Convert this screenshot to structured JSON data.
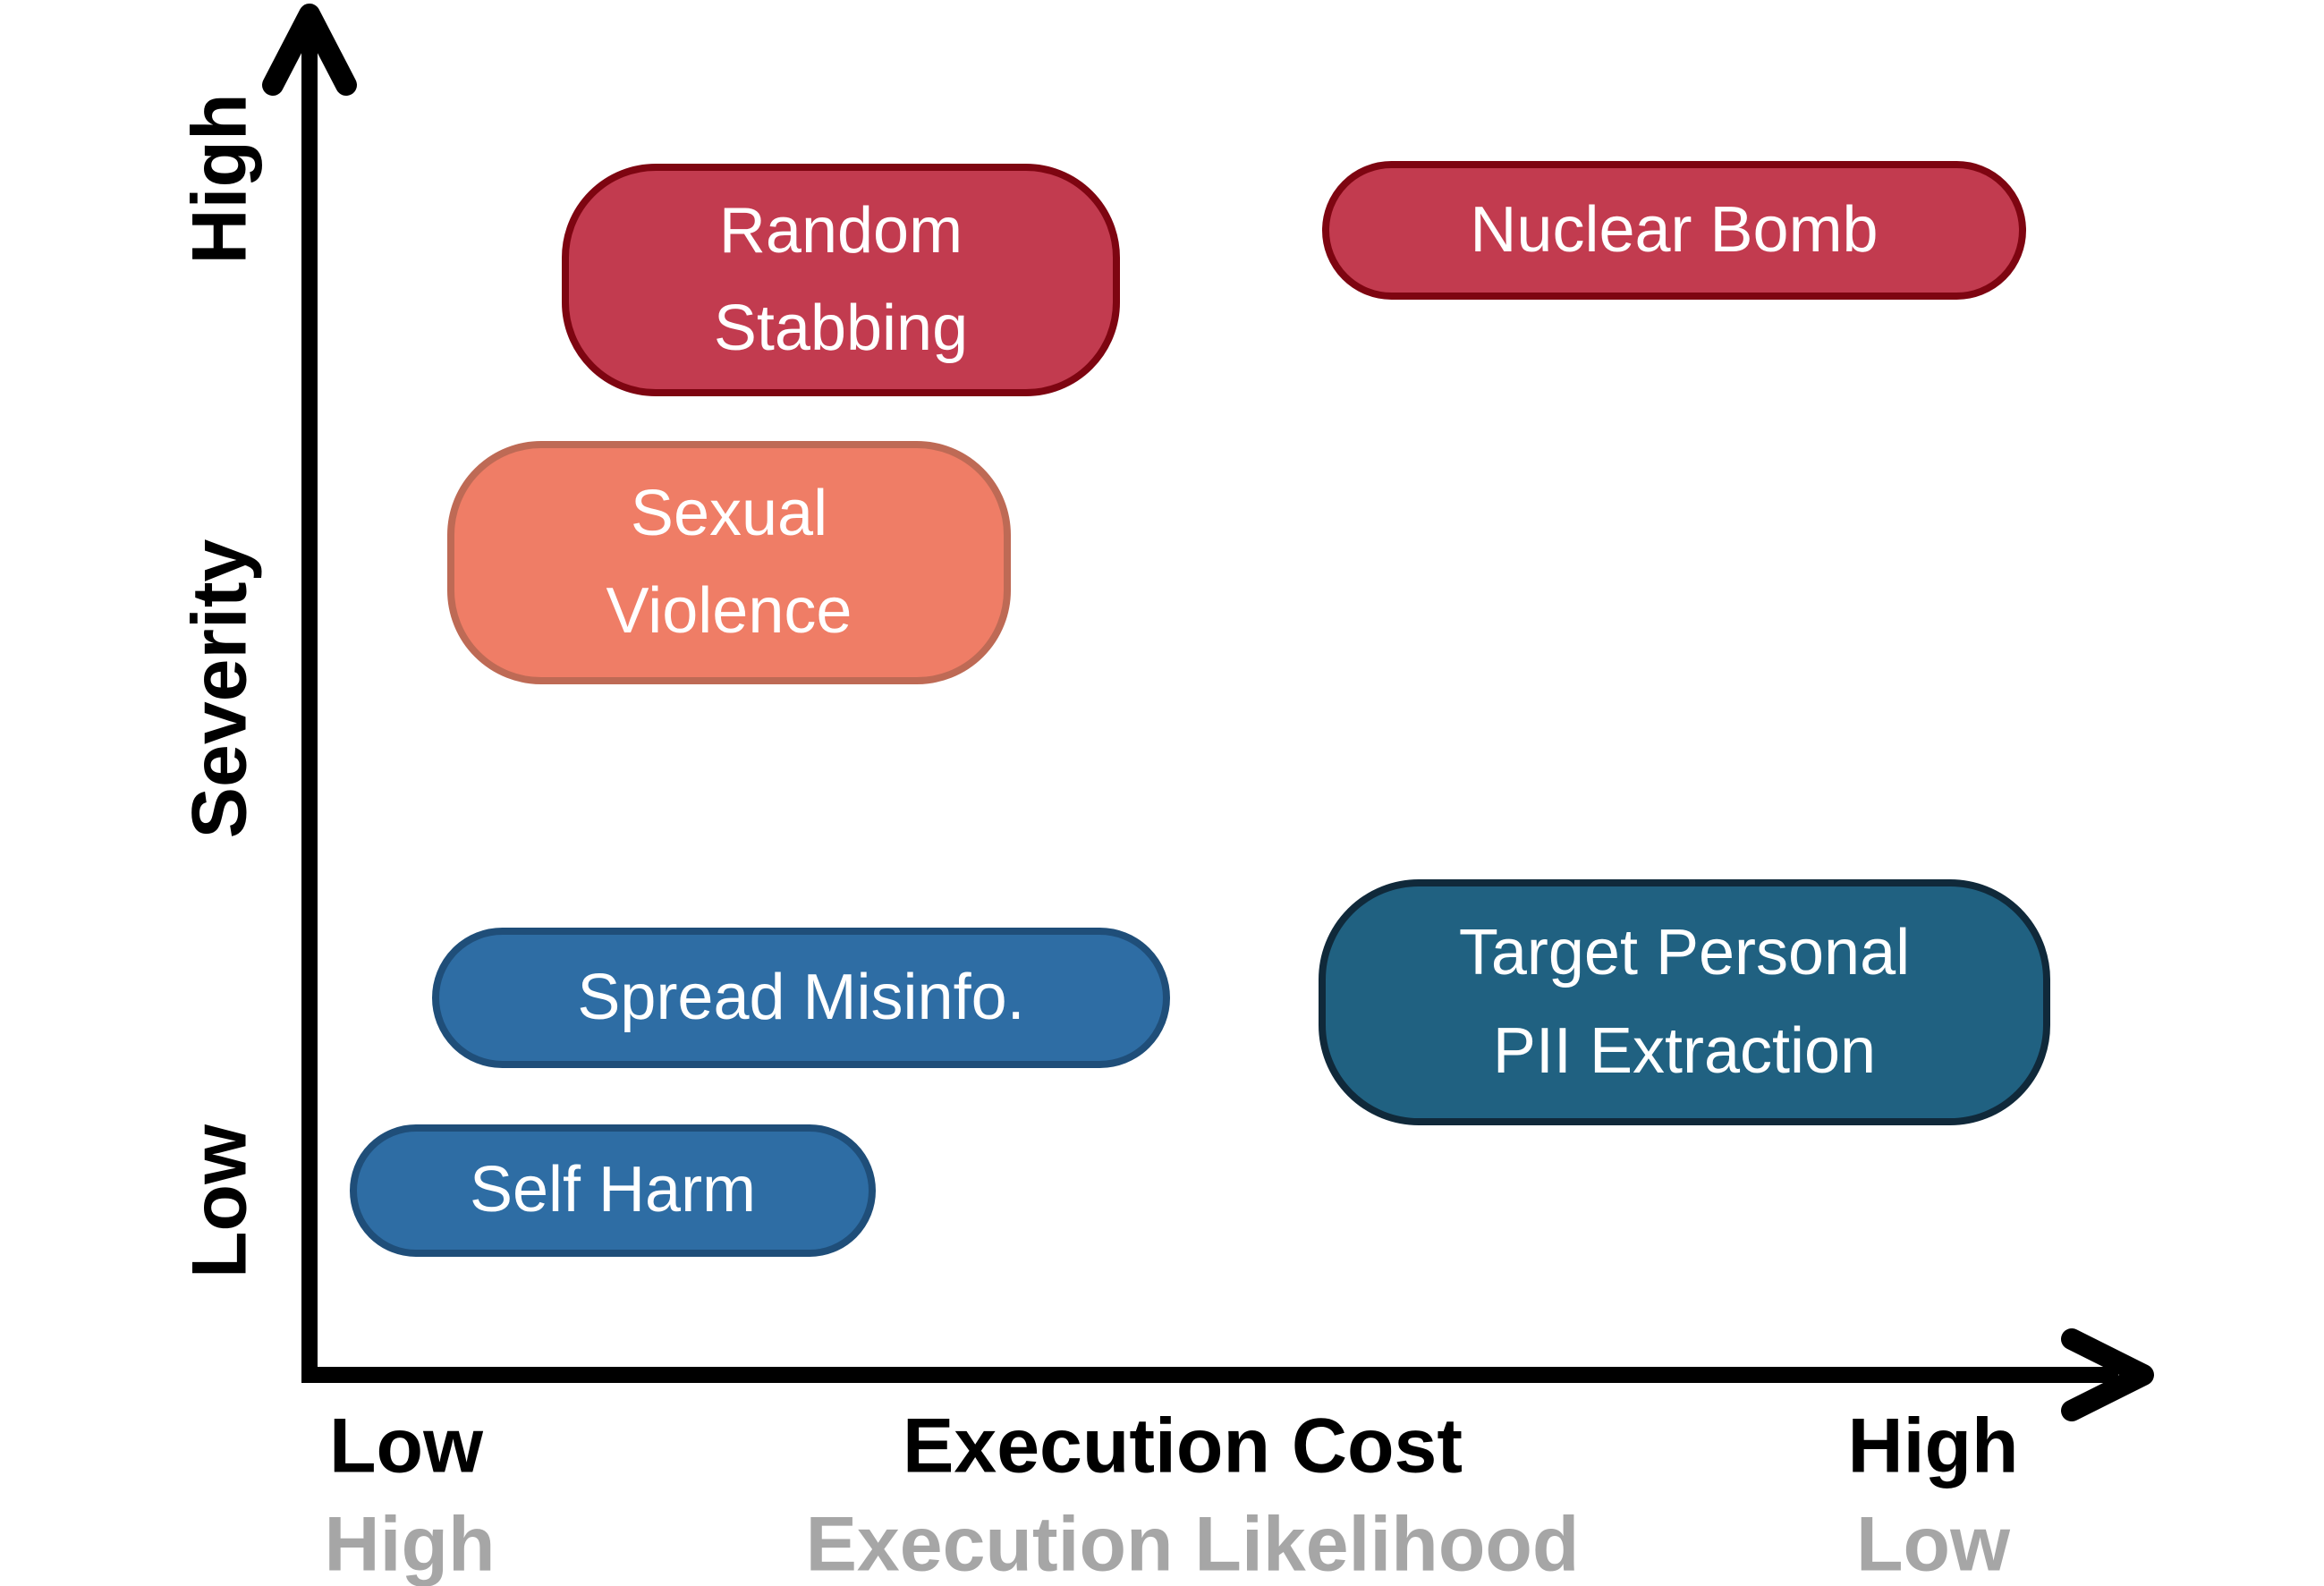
{
  "chart_data": {
    "type": "scatter",
    "title": "",
    "xlabel": "Execution Cost",
    "xlabel_secondary": "Execution Likelihood",
    "ylabel": "Severity",
    "x_axis": {
      "primary_label": "Execution Cost",
      "primary_left_tick": "Low",
      "primary_right_tick": "High",
      "secondary_label": "Execution Likelihood",
      "secondary_left_tick": "High",
      "secondary_right_tick": "Low"
    },
    "y_axis": {
      "label": "Severity",
      "top_tick": "High",
      "bottom_tick": "Low"
    },
    "grid": false,
    "legend": false,
    "points": [
      {
        "label": "Random Stabbing",
        "execution_cost": 0.3,
        "severity": 0.85,
        "execution_likelihood": "high",
        "fill": "#c23b4f",
        "border": "#7e0511"
      },
      {
        "label": "Nuclear Bomb",
        "execution_cost": 0.75,
        "severity": 0.87,
        "execution_likelihood": "low",
        "fill": "#c23b4f",
        "border": "#7e0511"
      },
      {
        "label": "Sexual Violence",
        "execution_cost": 0.23,
        "severity": 0.64,
        "execution_likelihood": "high",
        "fill": "#ef7d66",
        "border": "#be6a55"
      },
      {
        "label": "Spread Misinfo.",
        "execution_cost": 0.27,
        "severity": 0.29,
        "execution_likelihood": "high",
        "fill": "#2e6da4",
        "border": "#1f4e79"
      },
      {
        "label": "Target Personal PII Extraction",
        "execution_cost": 0.76,
        "severity": 0.28,
        "execution_likelihood": "low",
        "fill": "#206181",
        "border": "#10293a"
      },
      {
        "label": "Self Harm",
        "execution_cost": 0.16,
        "severity": 0.14,
        "execution_likelihood": "high",
        "fill": "#2e6da4",
        "border": "#1f4e79"
      }
    ]
  },
  "axes": {
    "y": {
      "label": "Severity",
      "high": "High",
      "low": "Low"
    },
    "x": {
      "primary": {
        "label": "Execution Cost",
        "left": "Low",
        "right": "High"
      },
      "secondary": {
        "label": "Execution Likelihood",
        "left": "High",
        "right": "Low"
      }
    }
  },
  "bubbles": [
    {
      "id": "random-stabbing",
      "lines": [
        "Random",
        "Stabbing"
      ],
      "fill": "#c23b4f",
      "border": "#7e0511"
    },
    {
      "id": "nuclear-bomb",
      "lines": [
        "Nuclear Bomb"
      ],
      "fill": "#c23b4f",
      "border": "#7e0511"
    },
    {
      "id": "sexual-violence",
      "lines": [
        "Sexual",
        "Violence"
      ],
      "fill": "#ef7d66",
      "border": "#be6a55"
    },
    {
      "id": "spread-misinfo",
      "lines": [
        "Spread Misinfo."
      ],
      "fill": "#2e6da4",
      "border": "#1f4e79"
    },
    {
      "id": "pii-extraction",
      "lines": [
        "Target Personal",
        "PII Extraction"
      ],
      "fill": "#206181",
      "border": "#10293a"
    },
    {
      "id": "self-harm",
      "lines": [
        "Self Harm"
      ],
      "fill": "#2e6da4",
      "border": "#1f4e79"
    }
  ],
  "colors": {
    "axis": "#000000",
    "secondary_axis_text": "#a6a6a6",
    "bubble_text": "#ffffff",
    "background": "#ffffff"
  }
}
